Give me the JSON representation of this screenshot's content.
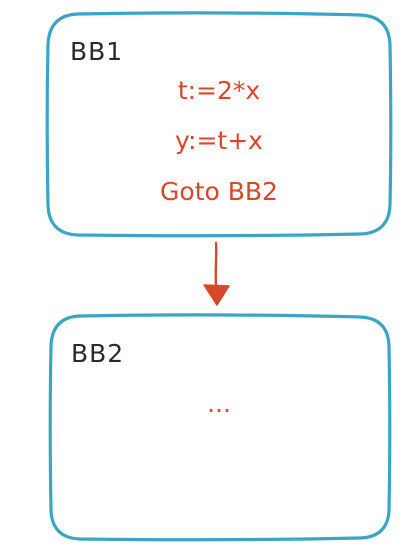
{
  "colors": {
    "block_border": "#3aa6c4",
    "block_label": "#2a2a2a",
    "code_text": "#d9472b",
    "arrow": "#d9472b"
  },
  "block1": {
    "label": "BB1",
    "lines": [
      "t:=2*x",
      "y:=t+x",
      "Goto BB2"
    ]
  },
  "block2": {
    "label": "BB2",
    "lines": [
      "..."
    ]
  }
}
